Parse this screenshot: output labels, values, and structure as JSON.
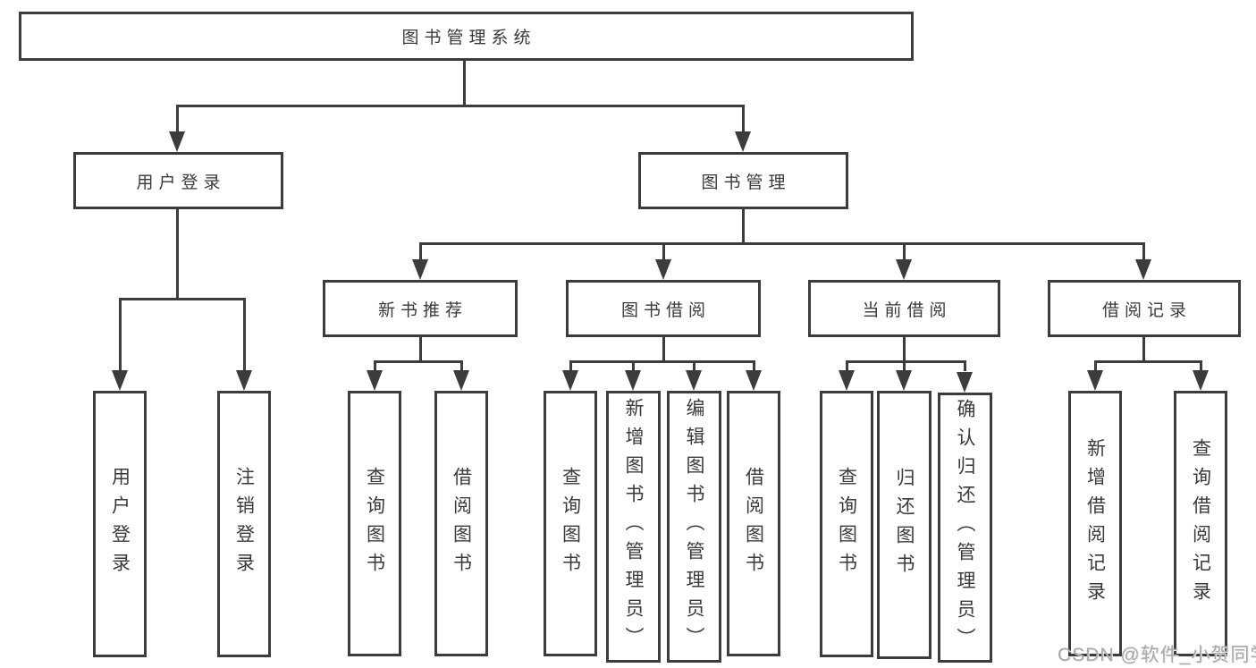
{
  "tree": {
    "root": {
      "label": "图书管理系统"
    },
    "level1": {
      "user_login": {
        "label": "用户登录"
      },
      "book_mgmt": {
        "label": "图书管理"
      }
    },
    "level2": {
      "new_books": {
        "label": "新书推荐"
      },
      "book_borrow": {
        "label": "图书借阅"
      },
      "current_borrow": {
        "label": "当前借阅"
      },
      "borrow_records": {
        "label": "借阅记录"
      }
    },
    "leaves": {
      "user_login": [
        "用户登录",
        "注销登录"
      ],
      "new_books": [
        "查询图书",
        "借阅图书"
      ],
      "book_borrow": [
        "查询图书",
        "新增图书（管理员）",
        "编辑图书（管理员）",
        "借阅图书"
      ],
      "current_borrow": [
        "查询图书",
        "归还图书",
        "确认归还（管理员）"
      ],
      "borrow_records": [
        "新增借阅记录",
        "查询借阅记录"
      ]
    }
  },
  "watermark": {
    "label": "CSDN @软件_小贺同学"
  },
  "colors": {
    "line": "#3c3c3c",
    "text": "#3a3a3a",
    "watermark": "#a8a8a8",
    "background": "#ffffff"
  }
}
